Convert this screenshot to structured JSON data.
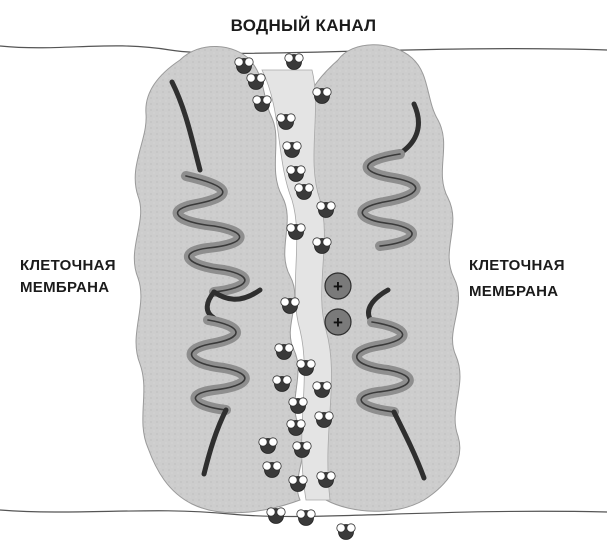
{
  "title": "ВОДНЫЙ КАНАЛ",
  "left_label": {
    "line1": "КЛЕТОЧНАЯ",
    "line2": "МЕМБРАНА"
  },
  "right_label": {
    "line1": "КЛЕТОЧНАЯ",
    "line2": "МЕМБРАНА"
  },
  "colors": {
    "background": "#ffffff",
    "protein_outer": "#cfcfcf",
    "protein_inner": "#b9b9b9",
    "helix_dark": "#3c3c3c",
    "helix_light": "#8e8e8e",
    "water_oxygen": "#3a3a3a",
    "water_hydrogen": "#ffffff",
    "membrane_line": "#555555"
  },
  "charge_symbols": [
    "+",
    "+"
  ],
  "icons": [
    "water-molecule-icon",
    "positive-charge-icon",
    "alpha-helix-icon"
  ]
}
